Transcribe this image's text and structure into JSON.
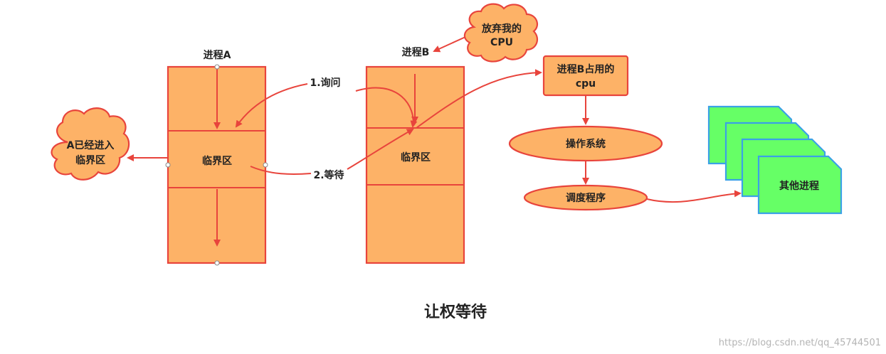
{
  "diagram": {
    "process_a": {
      "title": "进程A",
      "critical_section": "临界区"
    },
    "process_b": {
      "title": "进程B",
      "critical_section": "临界区"
    },
    "cloud_a": {
      "line1": "A已经进入",
      "line2": "临界区"
    },
    "cloud_b": {
      "line1": "放弃我的",
      "line2": "CPU"
    },
    "edge_ask": "1.询问",
    "edge_wait": "2.等待",
    "cpu_box": {
      "line1": "进程B占用的",
      "line2": "cpu"
    },
    "os_node": "操作系统",
    "scheduler_node": "调度程序",
    "other_processes": "其他进程",
    "caption": "让权等待"
  },
  "watermark": "https://blog.csdn.net/qq_45744501",
  "colors": {
    "box_fill": "#fdb267",
    "stroke_red": "#e8443c",
    "green": "#66ff66",
    "green_border": "#3aa1e6"
  }
}
